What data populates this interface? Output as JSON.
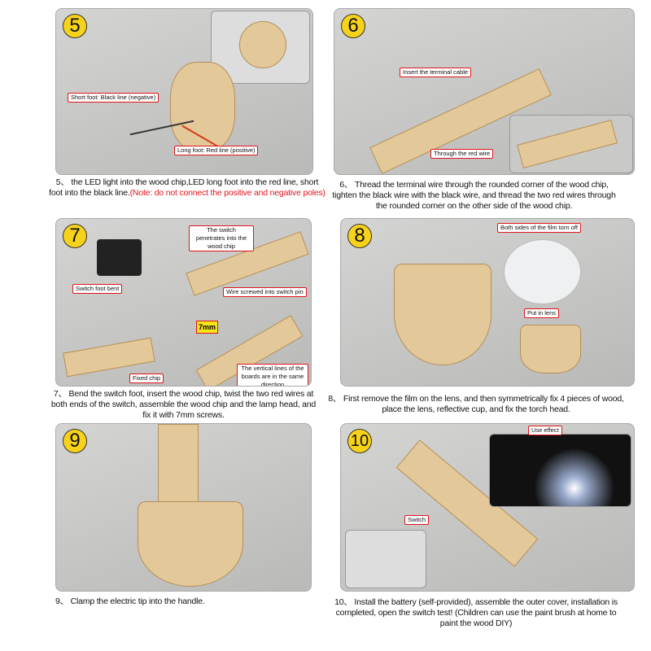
{
  "steps": [
    {
      "num": "5",
      "caption": "5、 the LED light into the wood chip,LED long foot into the red line, short foot into the black line.",
      "note": "(Note: do not connect the positive and negative poles)",
      "labels": [
        "Short foot: Black line (negative)",
        "Long foot: Red line (positive)"
      ]
    },
    {
      "num": "6",
      "caption": "6、 Thread the terminal wire through the rounded corner of the wood chip, tighten the black wire with the black wire, and thread the two red wires through the rounded corner on the other side of the wood chip.",
      "labels": [
        "Insert the terminal cable",
        "Through the red wire"
      ]
    },
    {
      "num": "7",
      "caption": "7、 Bend the switch foot, insert the wood chip, twist the two red wires at both ends of the switch, assemble the wood chip and the lamp head, and fix it with 7mm screws.",
      "labels": [
        "The switch penetrates into the wood chip",
        "Switch foot bent",
        "Wire screwed into switch pin",
        "Fixed chip",
        "The vertical lines of the boards  are in the same direction"
      ],
      "screw": "7mm"
    },
    {
      "num": "8",
      "caption": "8、 First remove the film on the lens, and then symmetrically fix 4 pieces of wood, place the lens, reflective cup, and fix the torch head.",
      "labels": [
        "Both sides of the film torn off",
        "Put in lens"
      ]
    },
    {
      "num": "9",
      "caption": "9、 Clamp the electric tip into the handle."
    },
    {
      "num": "10",
      "caption": "10、 Install the battery (self-provided), assemble the outer cover, installation is completed, open the switch test! (Children can use the paint brush at home to paint the wood DIY)",
      "labels": [
        "Use effect",
        "Switch"
      ]
    }
  ]
}
